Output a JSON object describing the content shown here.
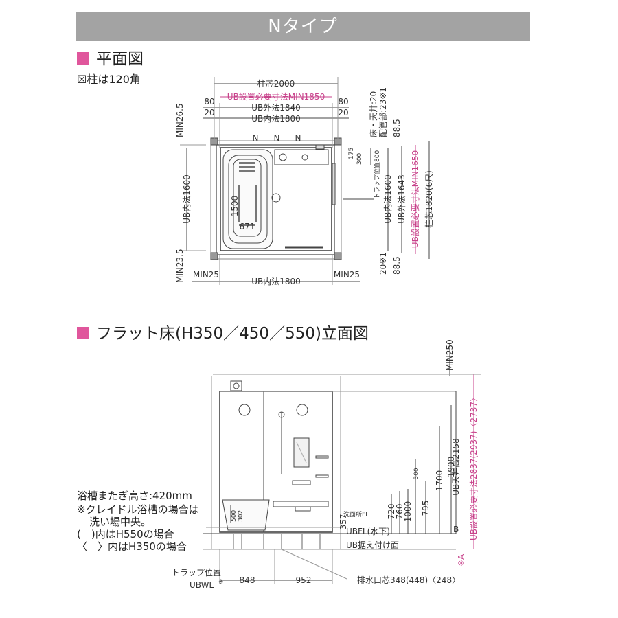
{
  "banner": {
    "title": "Nタイプ"
  },
  "plan": {
    "heading": "平面図",
    "pillar_note": "☒柱は120角",
    "dims": {
      "pillar_center_w": "柱芯2000",
      "ub_required_w": "UB設置必要寸法MIN1850",
      "ub_outer_w": "UB外法1840",
      "ub_inner_w": "UB内法1800",
      "ub_inner_w_bottom": "UB内法1800",
      "left_80": "80",
      "right_80": "80",
      "left_20": "20",
      "right_20": "20",
      "min_26_5": "MIN26.5",
      "min_23_5": "MIN23.5",
      "min25_left": "MIN25",
      "min25_right": "MIN25",
      "ub_inner_h_left": "UB内法1600",
      "floor_ceiling": "床・天井:20",
      "piping": "配管部:23※1",
      "top_88_5": "88.5",
      "bottom_88_5": "88.5",
      "bottom_20": "20※1",
      "d175": "175",
      "d300": "300",
      "trap_pos": "トラップ位置800",
      "ub_inner_h": "UB内法1600",
      "ub_outer_h": "UB外法1643",
      "ub_required_h": "UB設置必要寸法MIN1650",
      "pillar_center_h": "柱芯1820(6尺)",
      "tub_1500": "1500",
      "tub_671": "671",
      "n1": "N",
      "n2": "N",
      "n3": "N"
    }
  },
  "elevation": {
    "heading": "フラット床(H350／450／550)立面図",
    "notes": [
      "浴槽またぎ高さ:420mm",
      "※クレイドル浴槽の場合は",
      "洗い場中央。",
      "(　)内はH550の場合",
      "〈　〉内はH350の場合"
    ],
    "dims": {
      "min250": "MIN250",
      "ub_required_h": "UB設置必要寸法2837(2937)〈2737〉",
      "ceiling_h": "UB天井高2158",
      "d1900": "1900",
      "d1700": "1700",
      "d300": "300",
      "d795": "795",
      "d1000": "1000",
      "d760": "760",
      "d720": "720",
      "d357": "357",
      "wash_fl": "洗面所FL",
      "d500": "500",
      "d302": "302",
      "ubfl": "UBFL(水下)",
      "ub_base": "UB据え付け面",
      "mark_b": "B",
      "mark_a": "※A",
      "trap_pos": "トラップ位置",
      "ubwl": "UBWL",
      "ubwl_mark": "※",
      "d848": "848",
      "d952": "952",
      "drain": "排水口芯348(448)〈248〉"
    }
  },
  "colors": {
    "banner": "#a3a3a3",
    "accent": "#e0569c",
    "magenta_text": "#c8428b"
  }
}
